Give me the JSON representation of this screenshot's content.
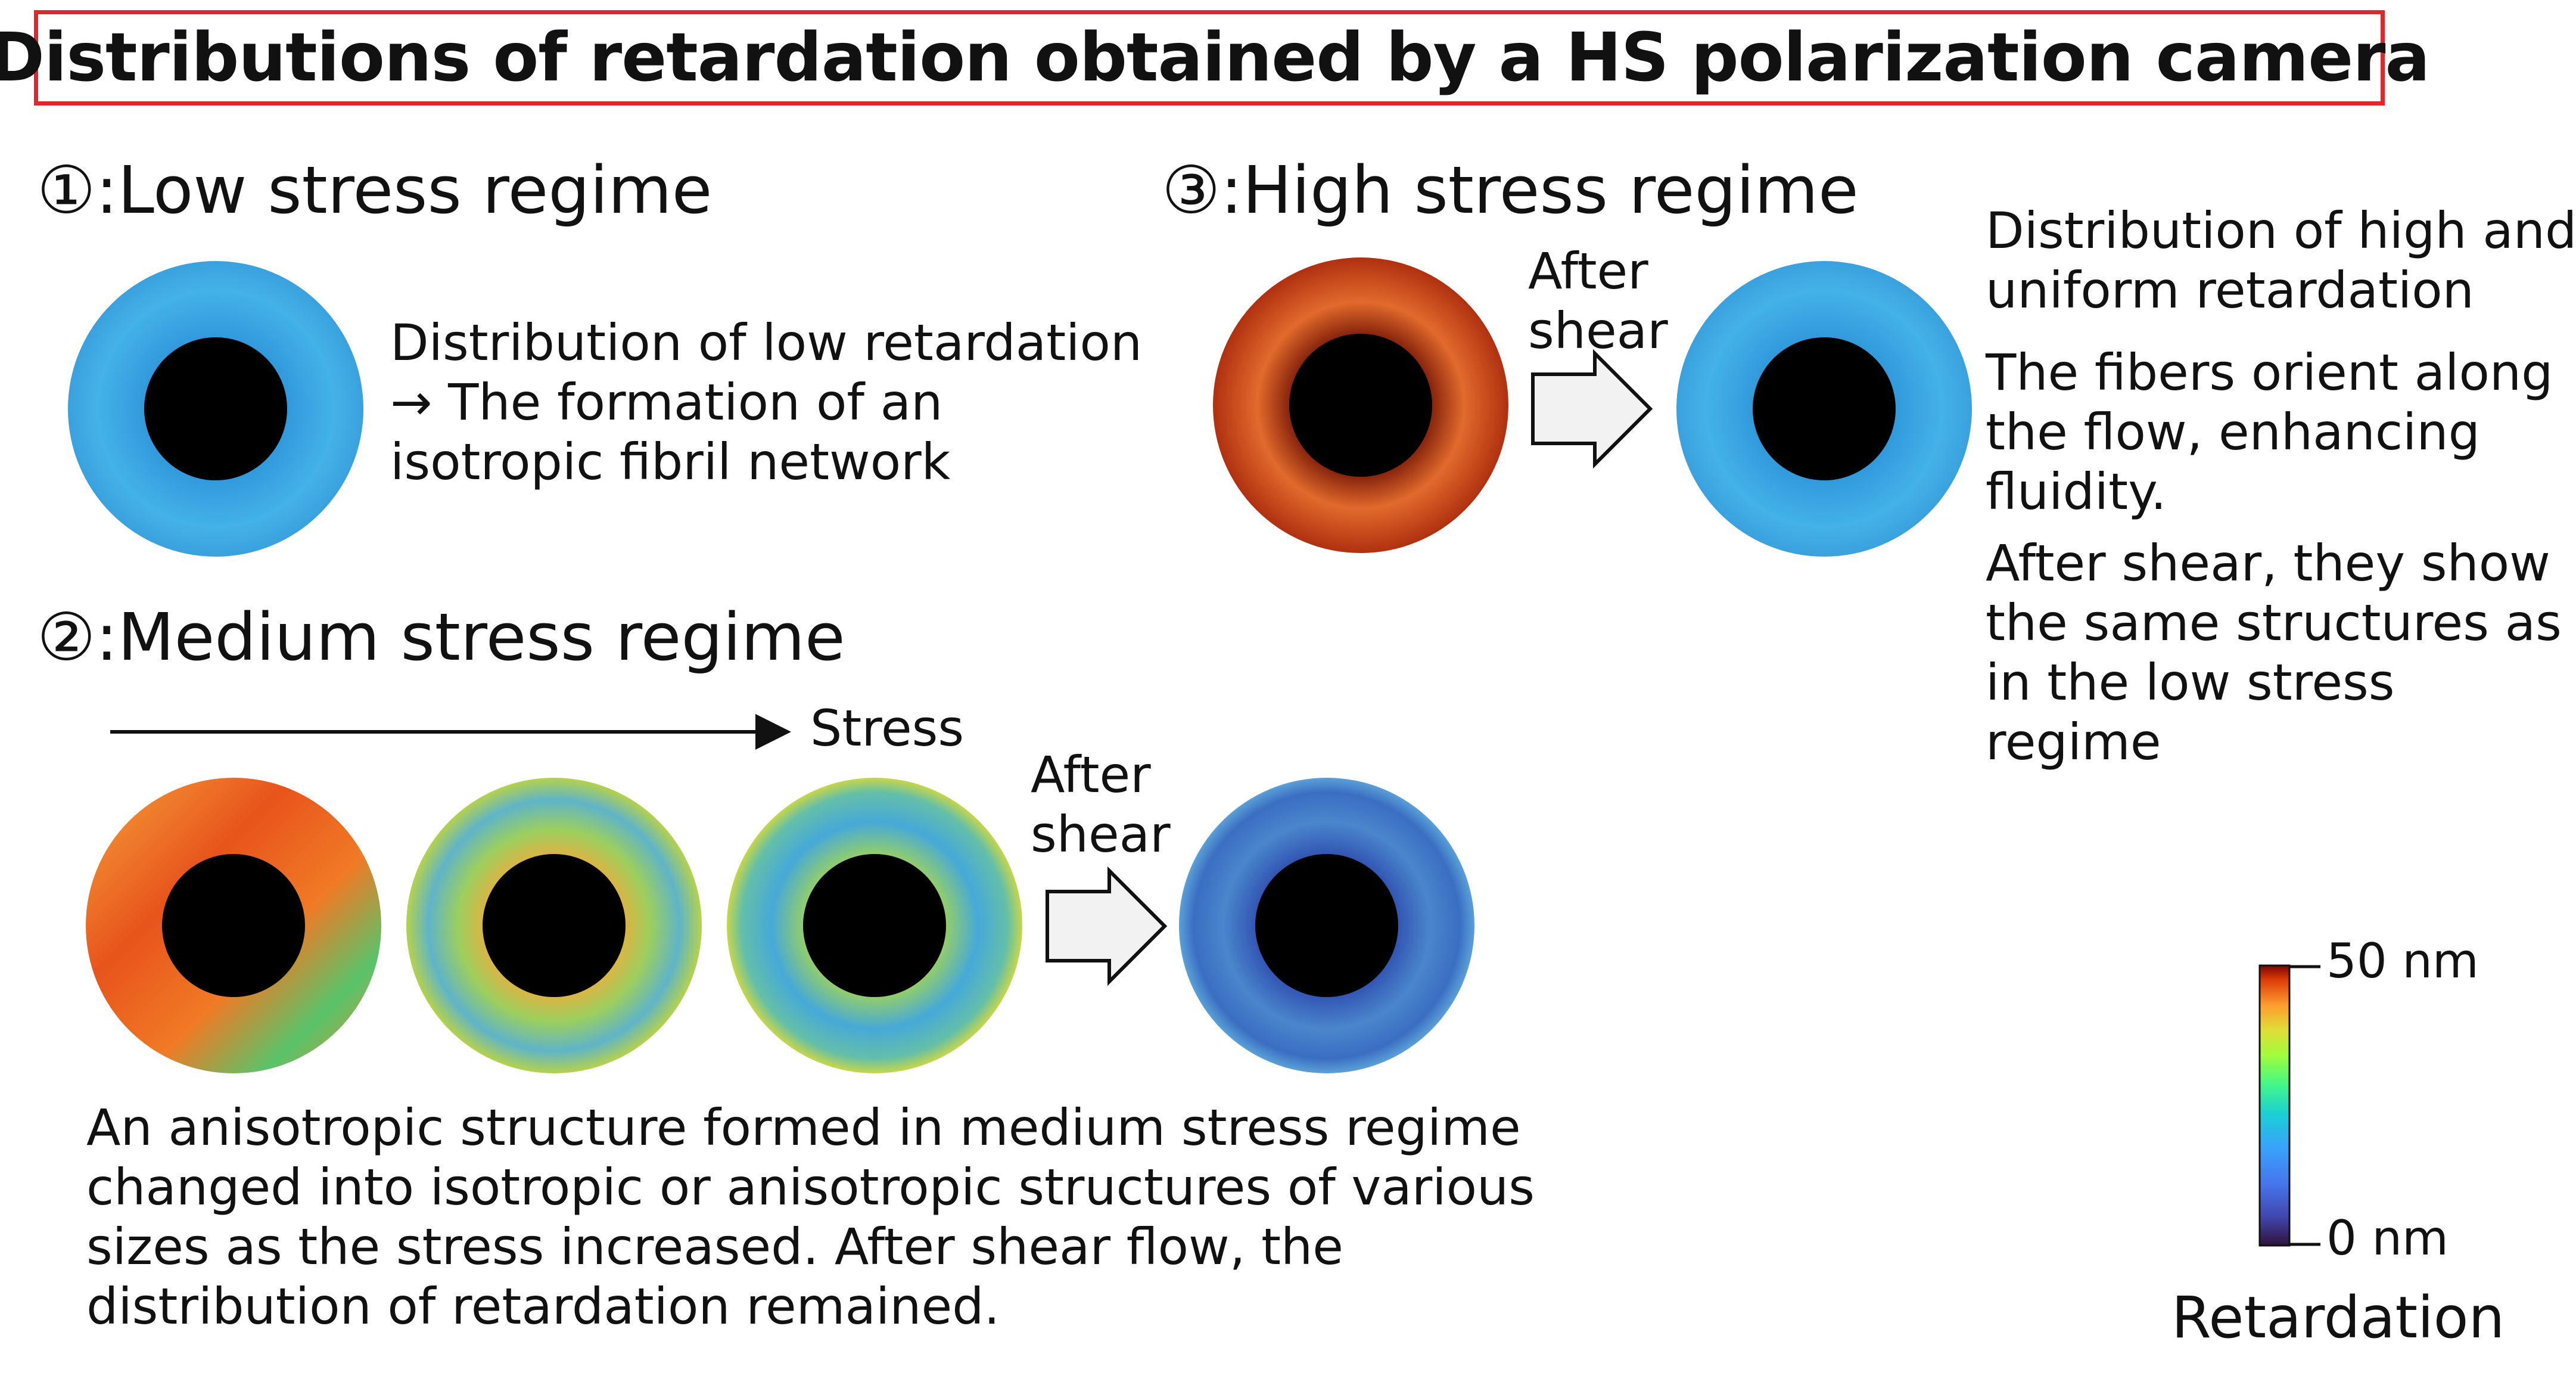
{
  "title": "Distributions of retardation obtained by a HS polarization camera",
  "sections": {
    "low": {
      "heading": "①:Low stress regime",
      "description": [
        "Distribution of low retardation",
        "→ The formation of an",
        "isotropic fibril network"
      ]
    },
    "high": {
      "heading": "③:High stress regime",
      "arrow_label": [
        "After",
        "shear"
      ],
      "paragraphs": [
        [
          "Distribution of high and",
          "uniform retardation"
        ],
        [
          "The fibers orient along",
          "the flow, enhancing",
          "fluidity."
        ],
        [
          "After shear, they show",
          "the same structures as",
          "in the low stress",
          "regime"
        ]
      ]
    },
    "medium": {
      "heading": "②:Medium stress regime",
      "stress_label": "Stress",
      "arrow_label": [
        "After",
        "shear"
      ],
      "description": [
        "An anisotropic structure formed in medium stress regime",
        "changed into isotropic or anisotropic structures of various",
        "sizes as the stress increased. After shear flow, the",
        "distribution of retardation remained."
      ]
    }
  },
  "colorbar": {
    "max_label": "50 nm",
    "min_label": "0 nm",
    "title": "Retardation"
  },
  "colors": {
    "title_border": "#e2262b",
    "low_ring": "#3aa6e4",
    "high_ring": "#c8441a",
    "med1_ring": "#f07a25",
    "med2_ring": "#8fc96a",
    "med3_ring": "#3fb1d6",
    "med4_ring": "#4a86cc"
  }
}
